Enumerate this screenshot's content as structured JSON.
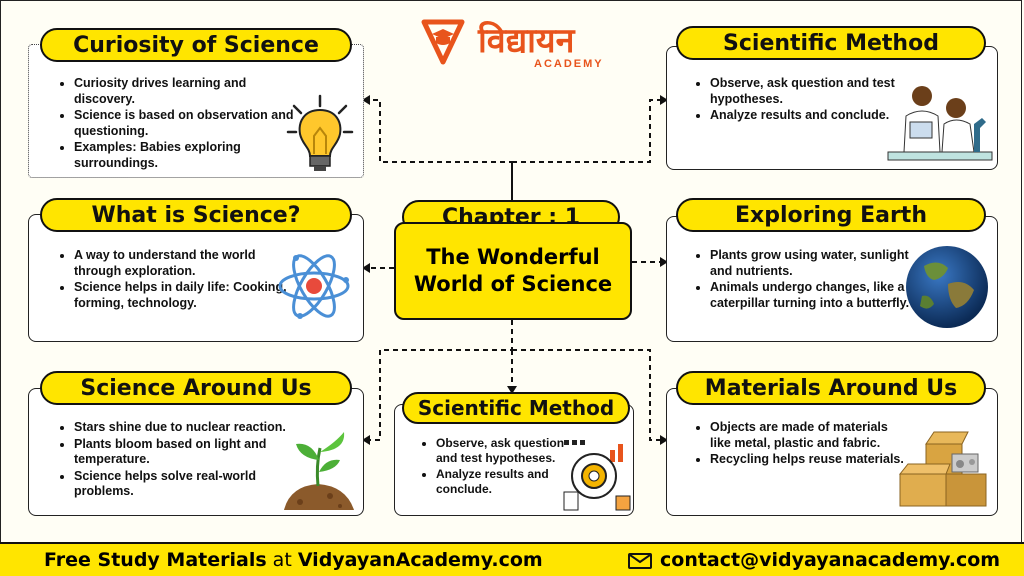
{
  "logo": {
    "name": "विद्यायन",
    "sub": "ACADEMY"
  },
  "center": {
    "chapter": "Chapter : 1",
    "title_line1": "The Wonderful",
    "title_line2": "World of Science"
  },
  "cards": {
    "curiosity": {
      "title": "Curiosity of Science",
      "points": [
        "Curiosity drives learning and discovery.",
        "Science is based on observation and questioning.",
        "Examples: Babies exploring surroundings."
      ]
    },
    "what": {
      "title": "What is Science?",
      "points": [
        "A way to understand the world through exploration.",
        "Science helps in daily life: Cooking, forming, technology."
      ]
    },
    "around": {
      "title": "Science Around Us",
      "points": [
        "Stars shine due to nuclear reaction.",
        "Plants bloom based on light and temperature.",
        "Science helps solve real-world problems."
      ]
    },
    "method_top": {
      "title": "Scientific Method",
      "points": [
        "Observe, ask question and test hypotheses.",
        "Analyze results and conclude."
      ]
    },
    "earth": {
      "title": "Exploring Earth",
      "points": [
        "Plants grow using water, sunlight and nutrients.",
        "Animals undergo changes, like a caterpillar turning into a butterfly."
      ]
    },
    "materials": {
      "title": "Materials Around Us",
      "points": [
        "Objects are made of materials like metal, plastic and fabric.",
        "Recycling helps reuse materials."
      ]
    },
    "method_mid": {
      "title": "Scientific Method",
      "points": [
        "Observe, ask question and test hypotheses.",
        "Analyze results and conclude."
      ]
    }
  },
  "footer": {
    "left_main": "Free Study Materials",
    "left_at": " at ",
    "left_site": "VidyayanAcademy.com",
    "email": "contact@vidyayanacademy.com"
  },
  "colors": {
    "accent": "#ffe500",
    "brand": "#e8541c"
  },
  "icons": [
    "logo-icon",
    "lightbulb-icon",
    "atom-icon",
    "plant-icon",
    "scientists-icon",
    "earth-icon",
    "boxes-icon",
    "process-gear-icon",
    "mail-icon"
  ]
}
